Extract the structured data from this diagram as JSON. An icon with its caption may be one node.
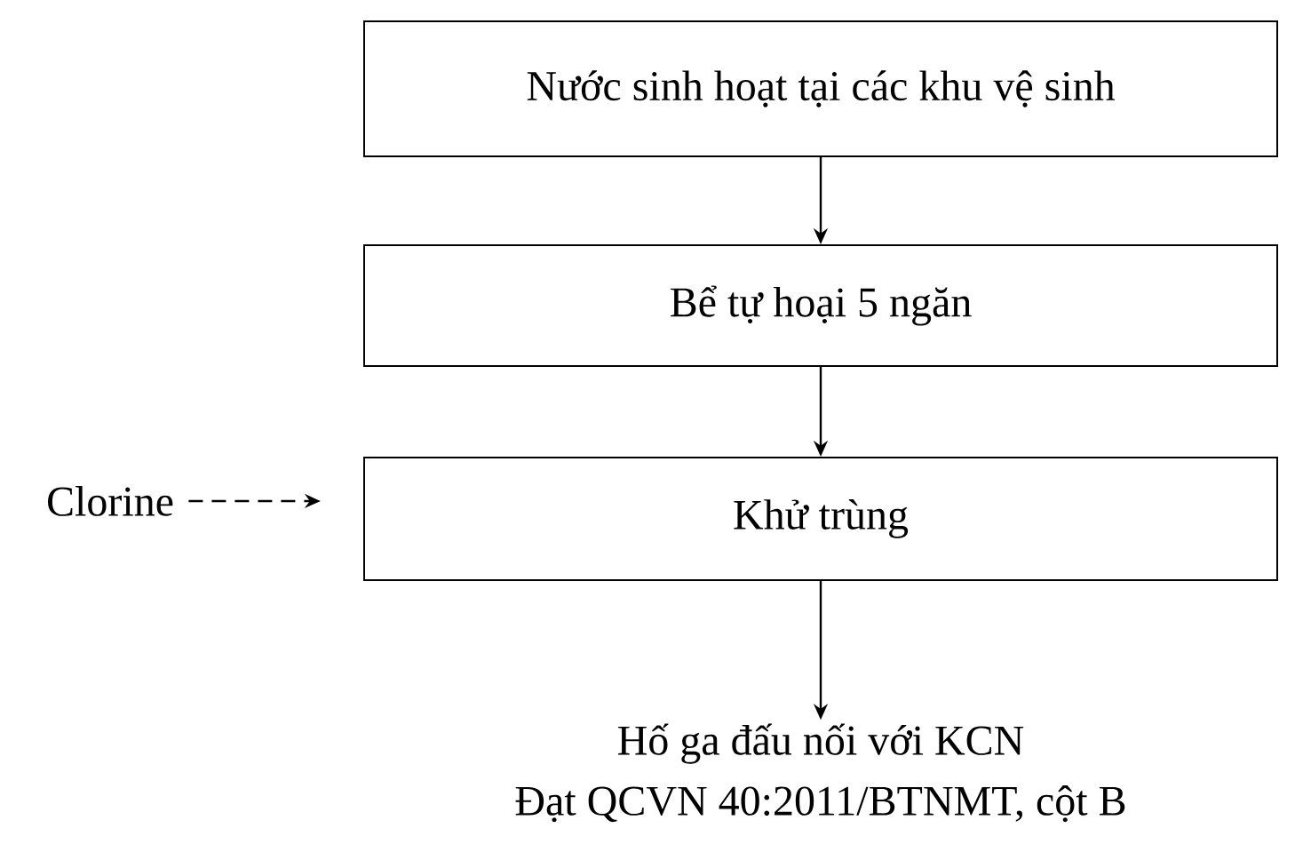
{
  "diagram": {
    "nodes": [
      {
        "text": [
          "Nước sinh hoạt tại các khu vệ sinh"
        ]
      },
      {
        "text": [
          "Bể tự hoại 5 ngăn"
        ]
      },
      {
        "text": [
          "Khử trùng"
        ]
      },
      {
        "text": [
          "Hố ga đấu nối với KCN",
          "Đạt QCVN 40:2011/BTNMT, cột B"
        ]
      },
      {
        "text": [
          "Clorine"
        ]
      }
    ],
    "edges": [
      {
        "from": 0,
        "to": 1,
        "arrow": "to"
      },
      {
        "from": 1,
        "to": 2,
        "arrow": "to"
      },
      {
        "from": 2,
        "to": 3,
        "arrow": "to"
      },
      {
        "from": 4,
        "to": 2,
        "arrow": "to",
        "style": "dashed"
      }
    ]
  }
}
